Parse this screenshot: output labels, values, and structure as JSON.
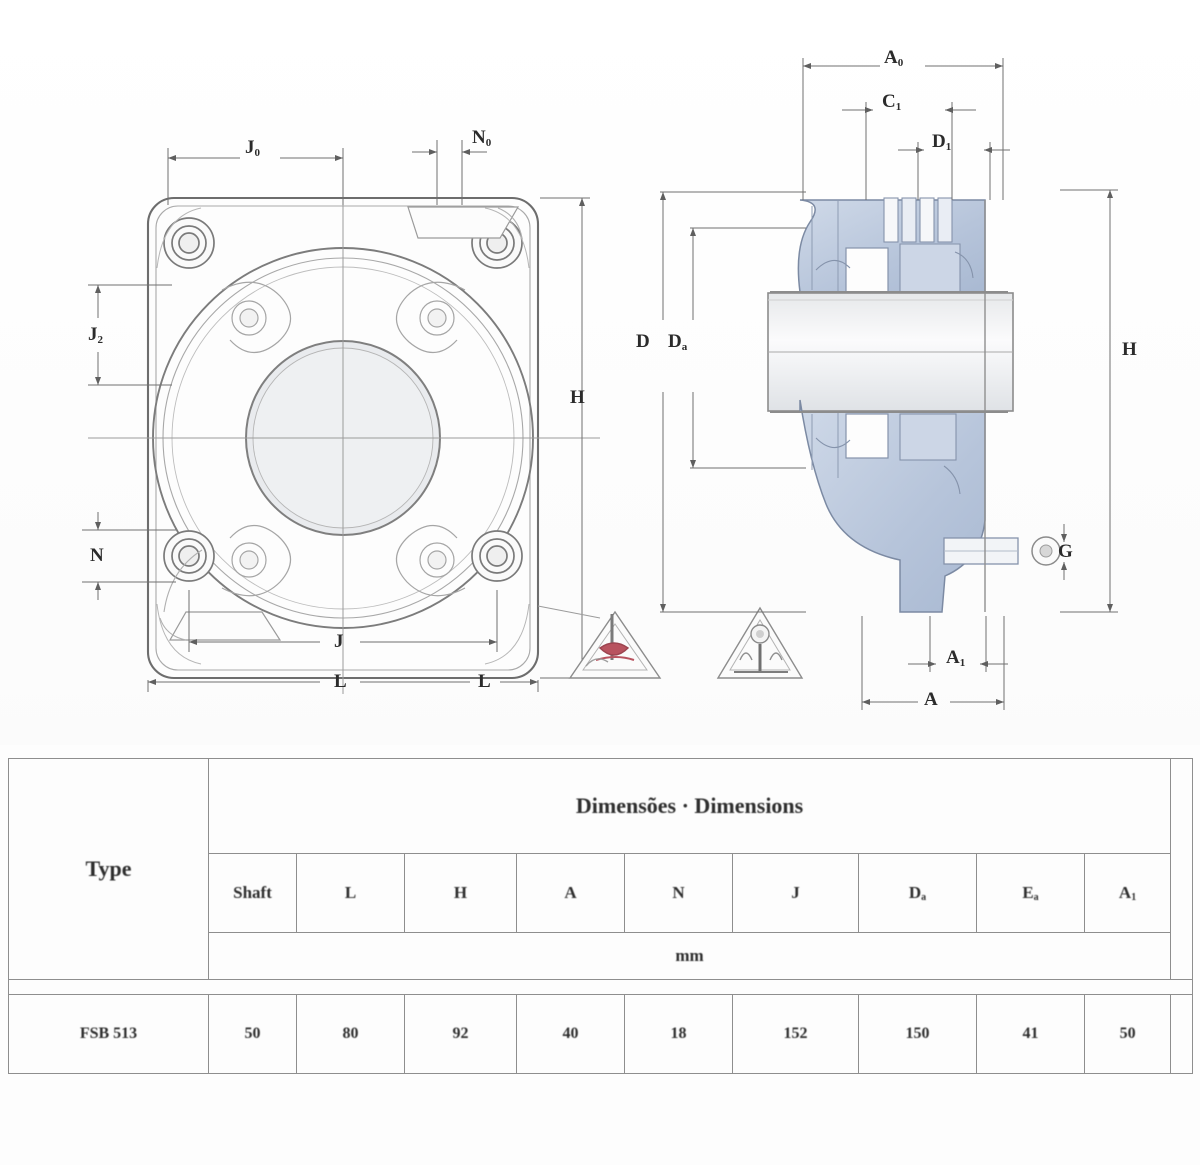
{
  "meta": {
    "document_kind": "bearing-unit-dimension-drawing",
    "accent_blue": "#b9c6dd",
    "accent_red": "#b8525f",
    "line_color": "#6e6e6e",
    "text_color": "#2b2b2b"
  },
  "drawing": {
    "front_view": {
      "name": "square-flange-front-view",
      "labels": {
        "j0": "J",
        "j0_sub": "0",
        "n0": "N",
        "n0_sub": "0",
        "j2": "J",
        "j2_sub": "2",
        "n": "N",
        "h": "H",
        "j": "J",
        "l": "L",
        "l_right": "L"
      }
    },
    "side_view": {
      "name": "square-flange-side-section-view",
      "labels": {
        "a0": "A",
        "a0_sub": "0",
        "c1": "C",
        "c1_sub": "1",
        "d1": "D",
        "d1_sub": "1",
        "d": "D",
        "da": "D",
        "da_sub": "a",
        "h": "H",
        "g": "G",
        "a1": "A",
        "a1_sub": "1",
        "a": "A"
      }
    },
    "detail_views": {
      "name": "grease-nipple-detail-insets",
      "count": 2
    }
  },
  "table": {
    "type_header": "Type",
    "dimensions_header": "Dimensões · Dimensions",
    "unit_row": "mm",
    "columns": [
      {
        "symbol": "Shaft",
        "sub": ""
      },
      {
        "symbol": "L",
        "sub": ""
      },
      {
        "symbol": "H",
        "sub": ""
      },
      {
        "symbol": "A",
        "sub": ""
      },
      {
        "symbol": "N",
        "sub": ""
      },
      {
        "symbol": "J",
        "sub": ""
      },
      {
        "symbol": "D",
        "sub": "a"
      },
      {
        "symbol": "E",
        "sub": "a"
      },
      {
        "symbol": "A",
        "sub": "1"
      }
    ],
    "rows": [
      {
        "type": "FSB 513",
        "values": [
          "50",
          "80",
          "92",
          "40",
          "18",
          "152",
          "150",
          "41",
          "50"
        ]
      }
    ]
  }
}
